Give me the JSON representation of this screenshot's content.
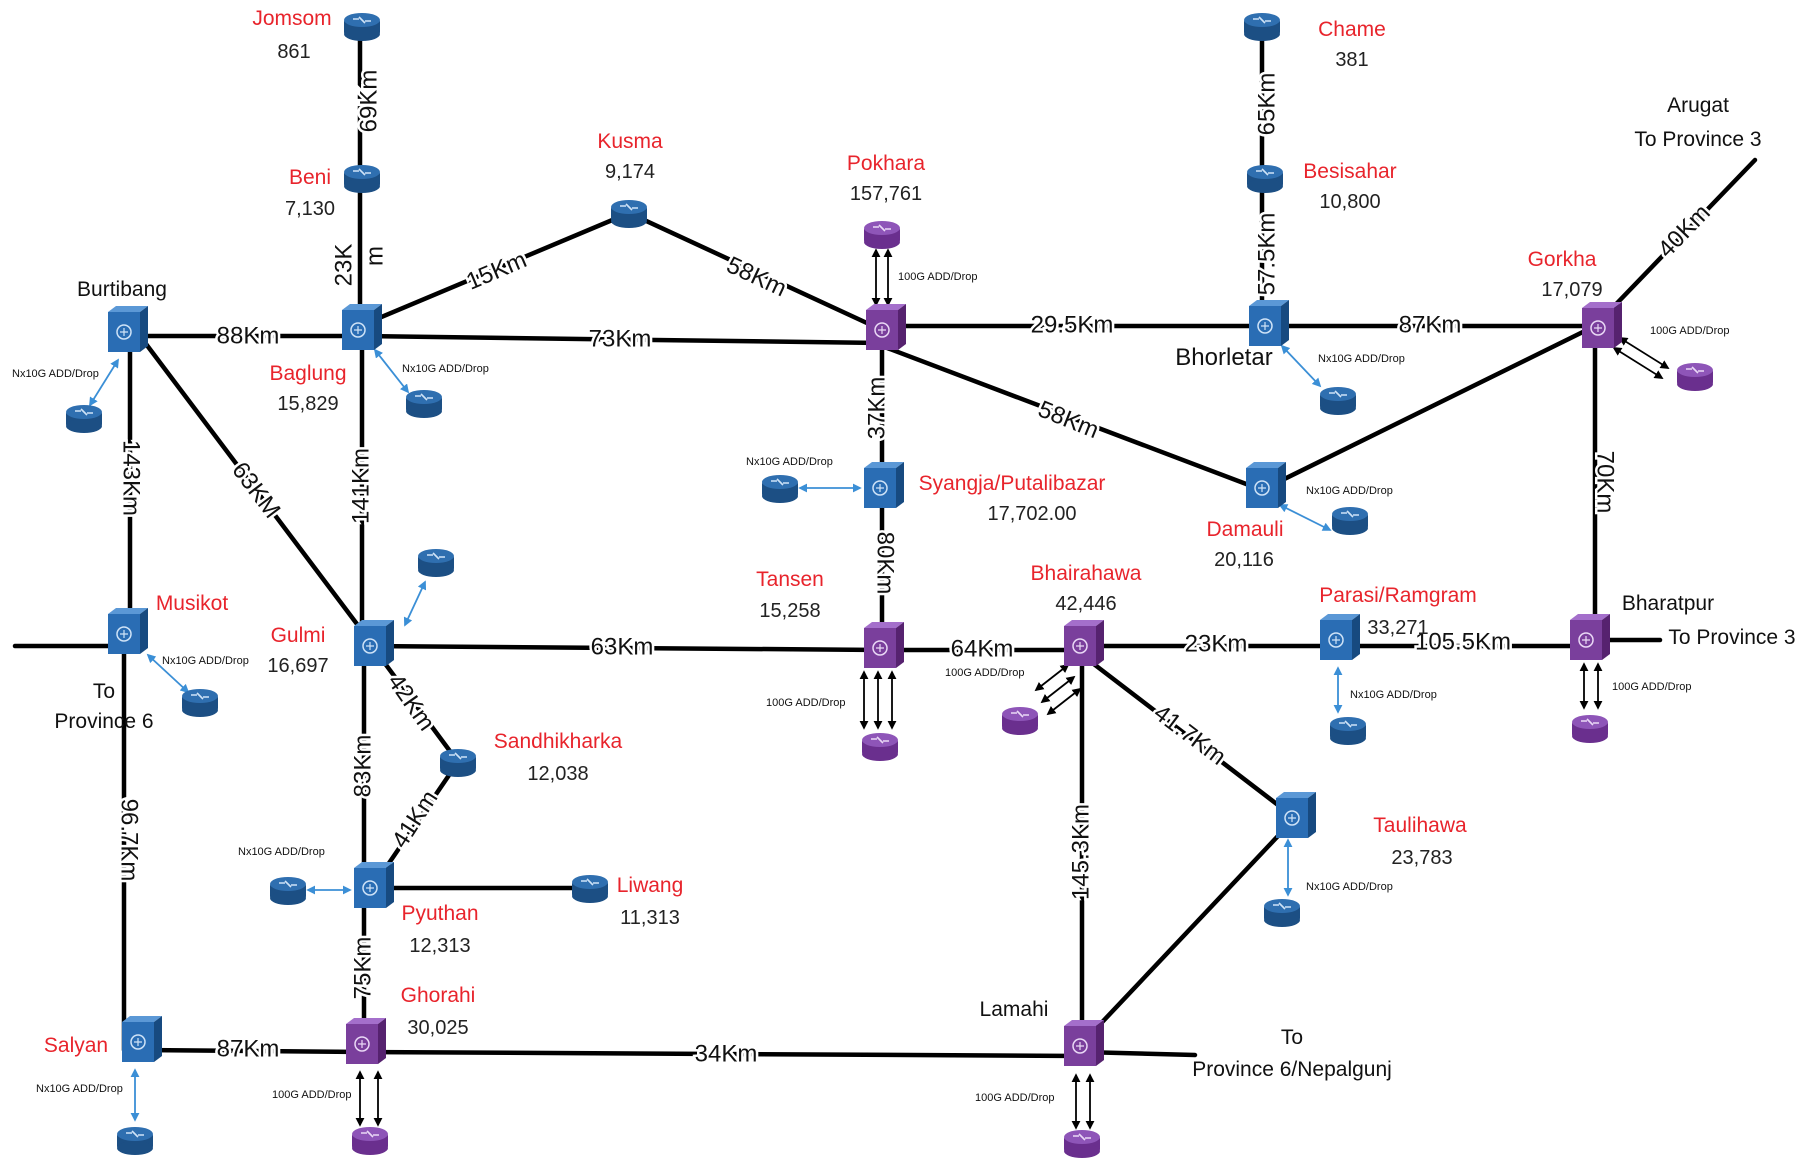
{
  "colors": {
    "label_red": "#e8242c",
    "router_blue": "#1f5a93",
    "router_purple": "#7a3f9c",
    "link_black": "#000000",
    "drop_blue": "#3b8fd6"
  },
  "nodes": {
    "jomsom": {
      "name": "Jomsom",
      "pop": "861"
    },
    "chame": {
      "name": "Chame",
      "pop": "381"
    },
    "beni": {
      "name": "Beni",
      "pop": "7,130"
    },
    "kusma": {
      "name": "Kusma",
      "pop": "9,174"
    },
    "pokhara": {
      "name": "Pokhara",
      "pop": "157,761"
    },
    "besisahar": {
      "name": "Besisahar",
      "pop": "10,800"
    },
    "gorkha": {
      "name": "Gorkha",
      "pop": "17,079"
    },
    "baglung": {
      "name": "Baglung",
      "pop": "15,829"
    },
    "syangja": {
      "name": "Syangja/Putalibazar",
      "pop": "17,702.00"
    },
    "damauli": {
      "name": "Damauli",
      "pop": "20,116"
    },
    "musikot": {
      "name": "Musikot"
    },
    "gulmi": {
      "name": "Gulmi",
      "pop": "16,697"
    },
    "tansen": {
      "name": "Tansen",
      "pop": "15,258"
    },
    "bhairahawa": {
      "name": "Bhairahawa",
      "pop": "42,446"
    },
    "parasi": {
      "name": "Parasi/Ramgram",
      "pop": "33,271"
    },
    "sandhikharka": {
      "name": "Sandhikharka",
      "pop": "12,038"
    },
    "taulihawa": {
      "name": "Taulihawa",
      "pop": "23,783"
    },
    "liwang": {
      "name": "Liwang",
      "pop": "11,313"
    },
    "pyuthan": {
      "name": "Pyuthan",
      "pop": "12,313"
    },
    "ghorahi": {
      "name": "Ghorahi",
      "pop": "30,025"
    },
    "salyan": {
      "name": "Salyan"
    }
  },
  "plain_labels": {
    "burtibang": "Burtibang",
    "bhorletar": "Bhorletar",
    "arugat": "Arugat",
    "to_province3_top": "To Province 3",
    "bharatpur": "Bharatpur",
    "to_province3_right": "To Province 3",
    "to": "To",
    "province6": "Province 6",
    "lamahi": "Lamahi",
    "to_nepalgunj": "To",
    "province6_nepalgunj": "Province 6/Nepalgunj"
  },
  "distances": {
    "jomsom_beni": "69Km",
    "beni_baglung_a": "23K",
    "beni_baglung_b": "m",
    "chame_besisahar": "65Km",
    "besisahar_bhorletar": "57.5Km",
    "baglung_kusma": "15Km",
    "kusma_pokhara": "58Km",
    "burtibang_baglung": "88Km",
    "baglung_pokhara": "73Km",
    "pokhara_bhorletar": "29.5Km",
    "bhorletar_gorkha": "87Km",
    "gorkha_arugat": "40Km",
    "pokhara_syangja": "37Km",
    "pokhara_damauli": "58Km",
    "gorkha_bharatpur": "70Km",
    "burtibang_musikot": "143Km",
    "burtibang_gulmi": "63KM",
    "baglung_gulmi": "141Km",
    "syangja_tansen": "80Km",
    "gulmi_tansen": "63Km",
    "tansen_bhairahawa": "64Km",
    "bhairahawa_parasi": "23Km",
    "parasi_bharatpur": "105.5Km",
    "gulmi_sandhikharka": "42Km",
    "bhairahawa_taulihawa": "41.7Km",
    "gulmi_pyuthan": "83Km",
    "sandhikharka_pyuthan": "41Km",
    "musikot_salyan": "96.7Km",
    "bhairahawa_lamahi": "145.3Km",
    "pyuthan_ghorahi": "75Km",
    "salyan_ghorahi": "87Km",
    "ghorahi_lamahi": "34Km"
  },
  "drops": {
    "pokhara": "100G ADD/Drop",
    "burtibang": "Nx10G ADD/Drop",
    "baglung": "Nx10G ADD/Drop",
    "bhorletar": "Nx10G ADD/Drop",
    "gorkha": "100G ADD/Drop",
    "syangja": "Nx10G ADD/Drop",
    "damauli": "Nx10G ADD/Drop",
    "musikot": "Nx10G ADD/Drop",
    "tansen": "100G ADD/Drop",
    "bhairahawa": "100G ADD/Drop",
    "parasi": "Nx10G ADD/Drop",
    "bharatpur": "100G ADD/Drop",
    "pyuthan": "Nx10G ADD/Drop",
    "taulihawa": "Nx10G ADD/Drop",
    "salyan": "Nx10G ADD/Drop",
    "ghorahi": "100G ADD/Drop",
    "lamahi": "100G ADD/Drop"
  }
}
